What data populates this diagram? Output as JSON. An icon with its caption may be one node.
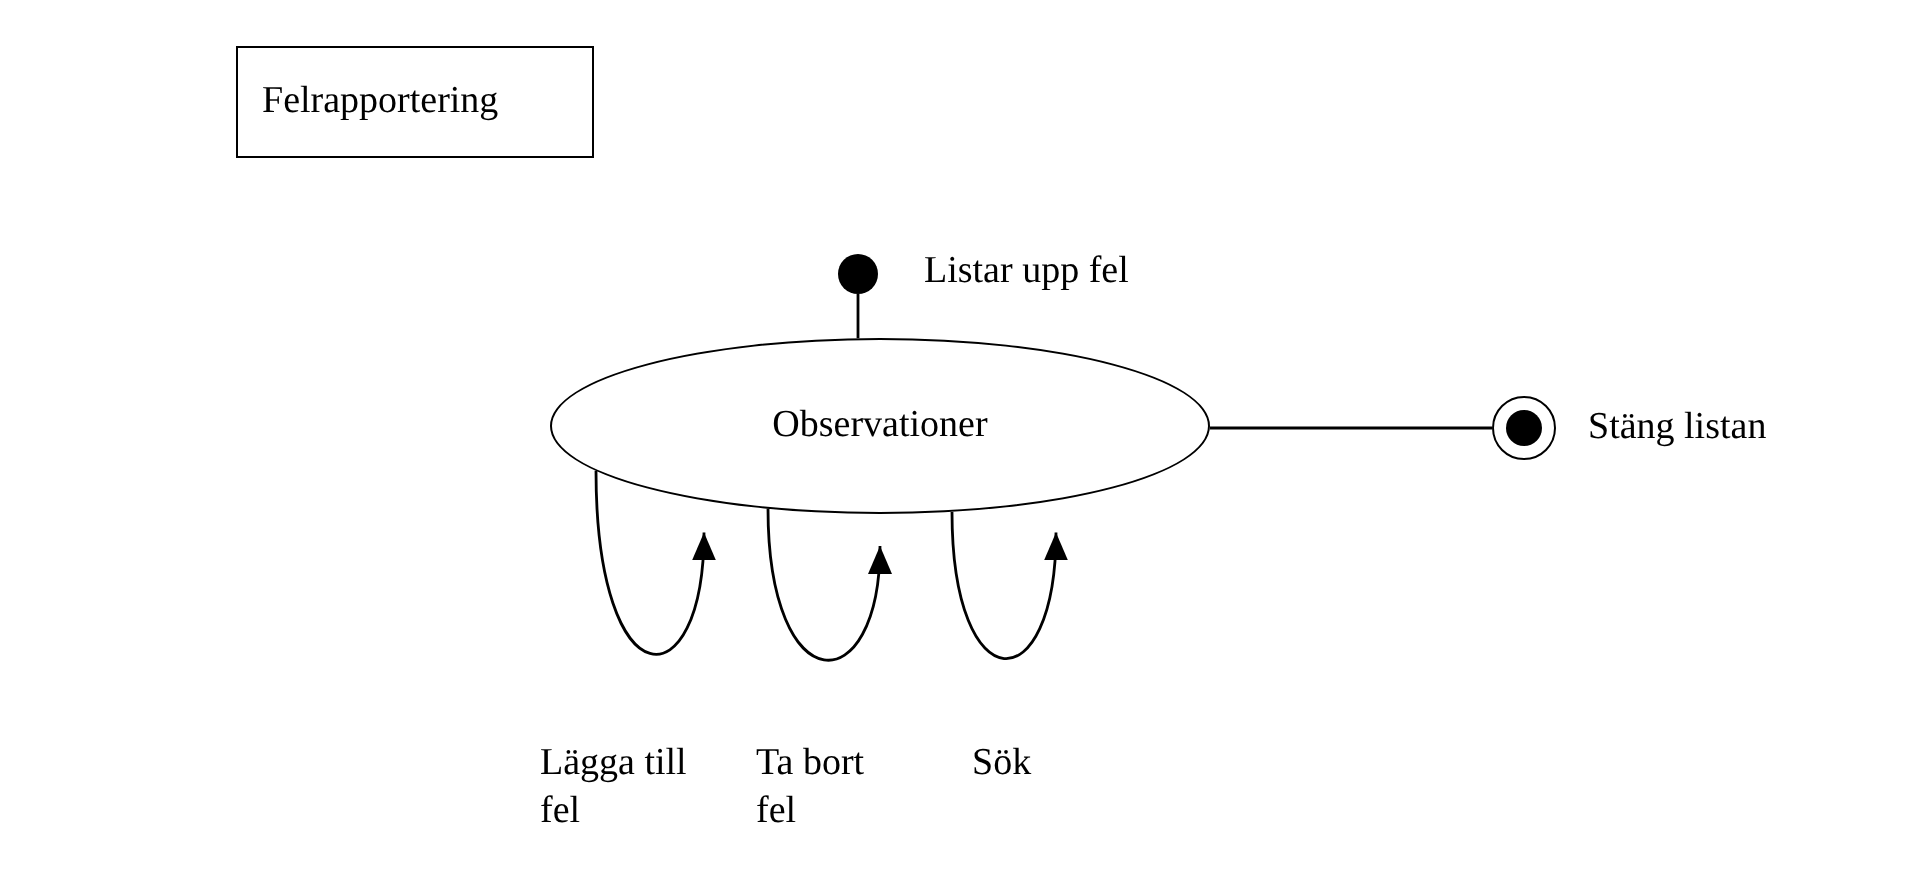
{
  "diagram": {
    "nodes": [
      {
        "text": [
          "Felrapportering"
        ]
      },
      {
        "text": [],
        "shape": "circle",
        "beside": [
          "Listar upp fel"
        ]
      },
      {
        "text": [
          "Observationer"
        ]
      },
      {
        "text": [],
        "shape": "circle",
        "beside": [
          "Stäng listan"
        ]
      }
    ],
    "edges": [
      {
        "from": 1,
        "to": 2,
        "arrow": "none"
      },
      {
        "from": 2,
        "to": 3,
        "arrow": "none"
      },
      {
        "from": 2,
        "to": 2,
        "arrow": "to",
        "label": "Lägga till fel"
      },
      {
        "from": 2,
        "to": 2,
        "arrow": "to",
        "label": "Ta bort fel"
      },
      {
        "from": 2,
        "to": 2,
        "arrow": "to",
        "label": "Sök"
      }
    ]
  }
}
